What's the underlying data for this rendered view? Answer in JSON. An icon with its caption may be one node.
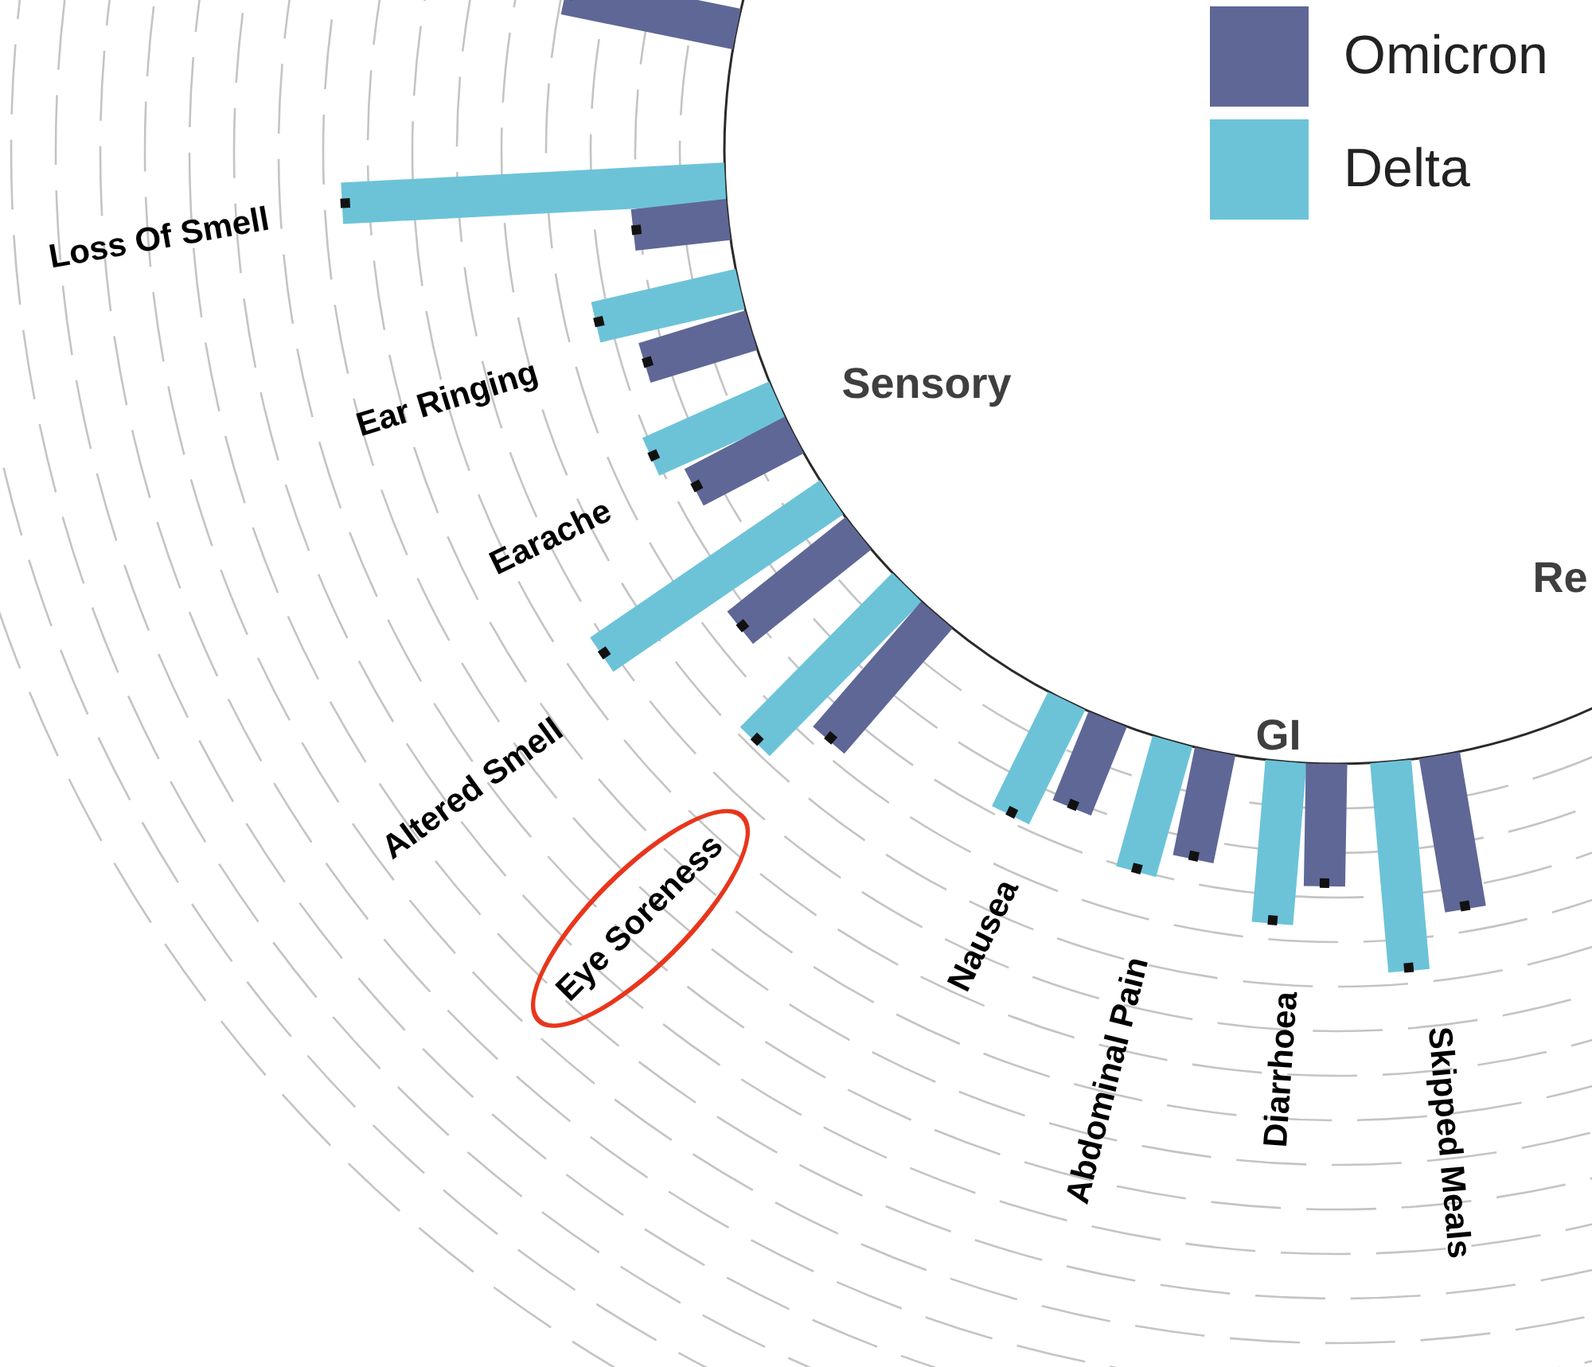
{
  "diagram": {
    "nodes": [
      {
        "text": [
          "Eye Soreness"
        ]
      }
    ],
    "labels": [
      "Sensory",
      "GI",
      "Re",
      "Loss Of Smell",
      "Ear Ringing",
      "Earache",
      "Altered Smell",
      "Nausea",
      "Abdominal Pain",
      "Diarrhoea",
      "Skipped Meals"
    ],
    "legend": [
      {
        "text": "Omicron",
        "color": "#5f6796"
      },
      {
        "text": "Delta",
        "color": "#6cc3d8"
      }
    ]
  }
}
